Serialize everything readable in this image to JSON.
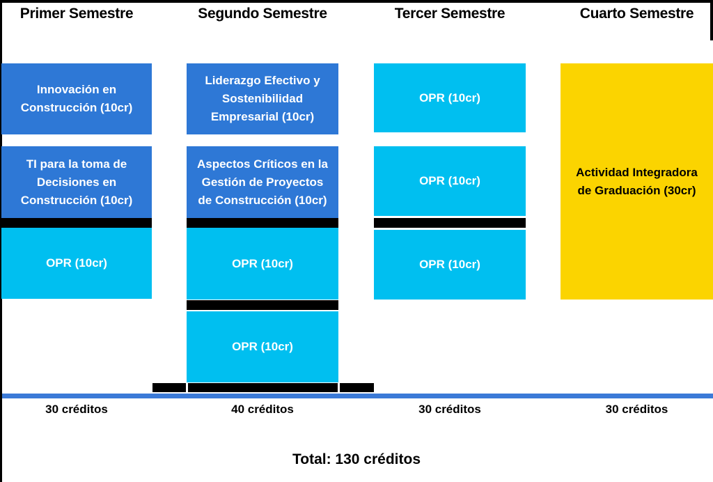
{
  "title_row": {
    "semester_1": "Primer Semestre",
    "semester_2": "Segundo Semestre",
    "semester_3": "Tercer Semestre",
    "semester_4": "Cuarto Semestre"
  },
  "semesters": [
    {
      "title": "Primer Semestre",
      "credits_label": "30 créditos",
      "courses": [
        {
          "name": "Innovación en Construcción (10cr)",
          "type": "core"
        },
        {
          "name": "TI para la toma de Decisiones en Construcción (10cr)",
          "type": "core"
        },
        {
          "name": "OPR (10cr)",
          "type": "opr"
        }
      ]
    },
    {
      "title": "Segundo Semestre",
      "credits_label": "40 créditos",
      "courses": [
        {
          "name": "Liderazgo Efectivo y Sostenibilidad Empresarial (10cr)",
          "type": "core"
        },
        {
          "name": "Aspectos Críticos en la Gestión de Proyectos de Construcción (10cr)",
          "type": "core"
        },
        {
          "name": "OPR (10cr)",
          "type": "opr"
        },
        {
          "name": "OPR (10cr)",
          "type": "opr"
        }
      ]
    },
    {
      "title": "Tercer Semestre",
      "credits_label": "30 créditos",
      "courses": [
        {
          "name": "OPR (10cr)",
          "type": "opr"
        },
        {
          "name": "OPR (10cr)",
          "type": "opr"
        },
        {
          "name": "OPR (10cr)",
          "type": "opr"
        }
      ]
    },
    {
      "title": "Cuarto Semestre",
      "credits_label": "30 créditos",
      "courses": [
        {
          "name": "Actividad Integradora de Graduación (30cr)",
          "type": "capstone"
        }
      ]
    }
  ],
  "footer": {
    "total_label": "Total: 130 créditos"
  },
  "colors": {
    "core_course_blue": "#2e78d6",
    "opr_cyan": "#00bff0",
    "capstone_yellow": "#fbd400",
    "axis_line_blue": "#3b7ad7",
    "separator_black": "#000000"
  }
}
